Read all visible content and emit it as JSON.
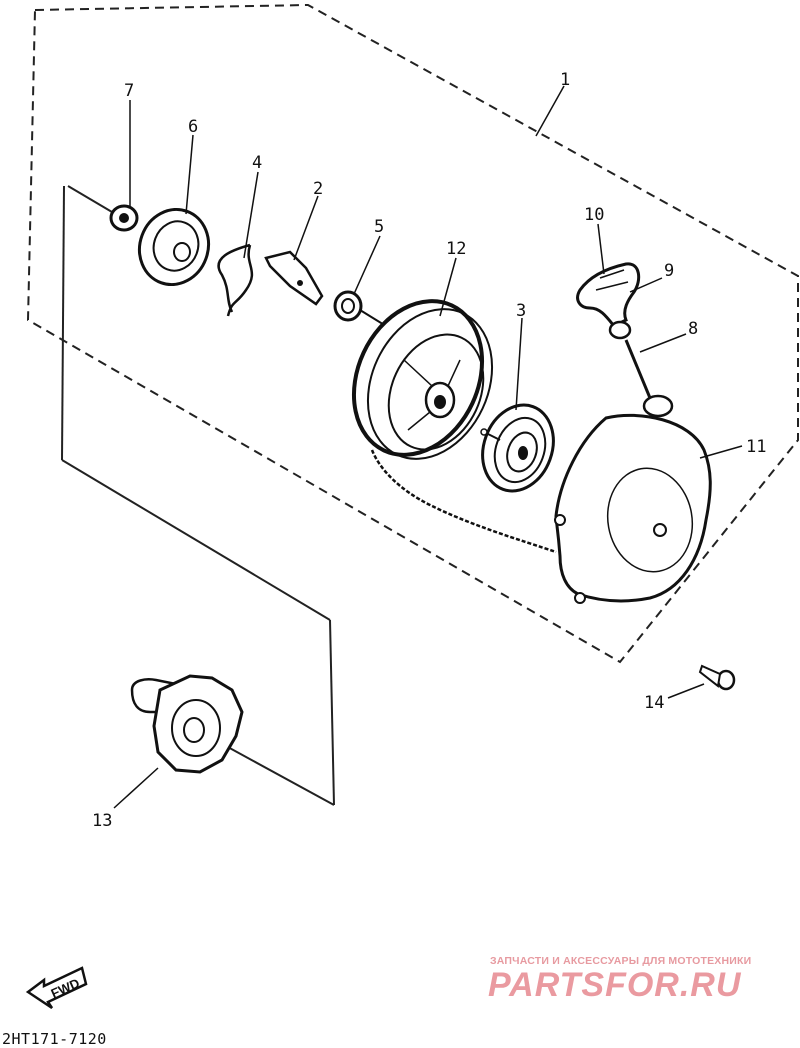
{
  "parts": [
    {
      "num": "1"
    },
    {
      "num": "2"
    },
    {
      "num": "3"
    },
    {
      "num": "4"
    },
    {
      "num": "5"
    },
    {
      "num": "6"
    },
    {
      "num": "7"
    },
    {
      "num": "8"
    },
    {
      "num": "9"
    },
    {
      "num": "10"
    },
    {
      "num": "11"
    },
    {
      "num": "12"
    },
    {
      "num": "13"
    },
    {
      "num": "14"
    }
  ],
  "direction_label": "FWD",
  "drawing_code": "2HT171-7120",
  "watermark": {
    "tagline": "ЗАПЧАСТИ И АКСЕССУАРЫ ДЛЯ МОТОТЕХНИКИ",
    "brand": "PARTSFOR.RU",
    "color": "#e8949a"
  }
}
